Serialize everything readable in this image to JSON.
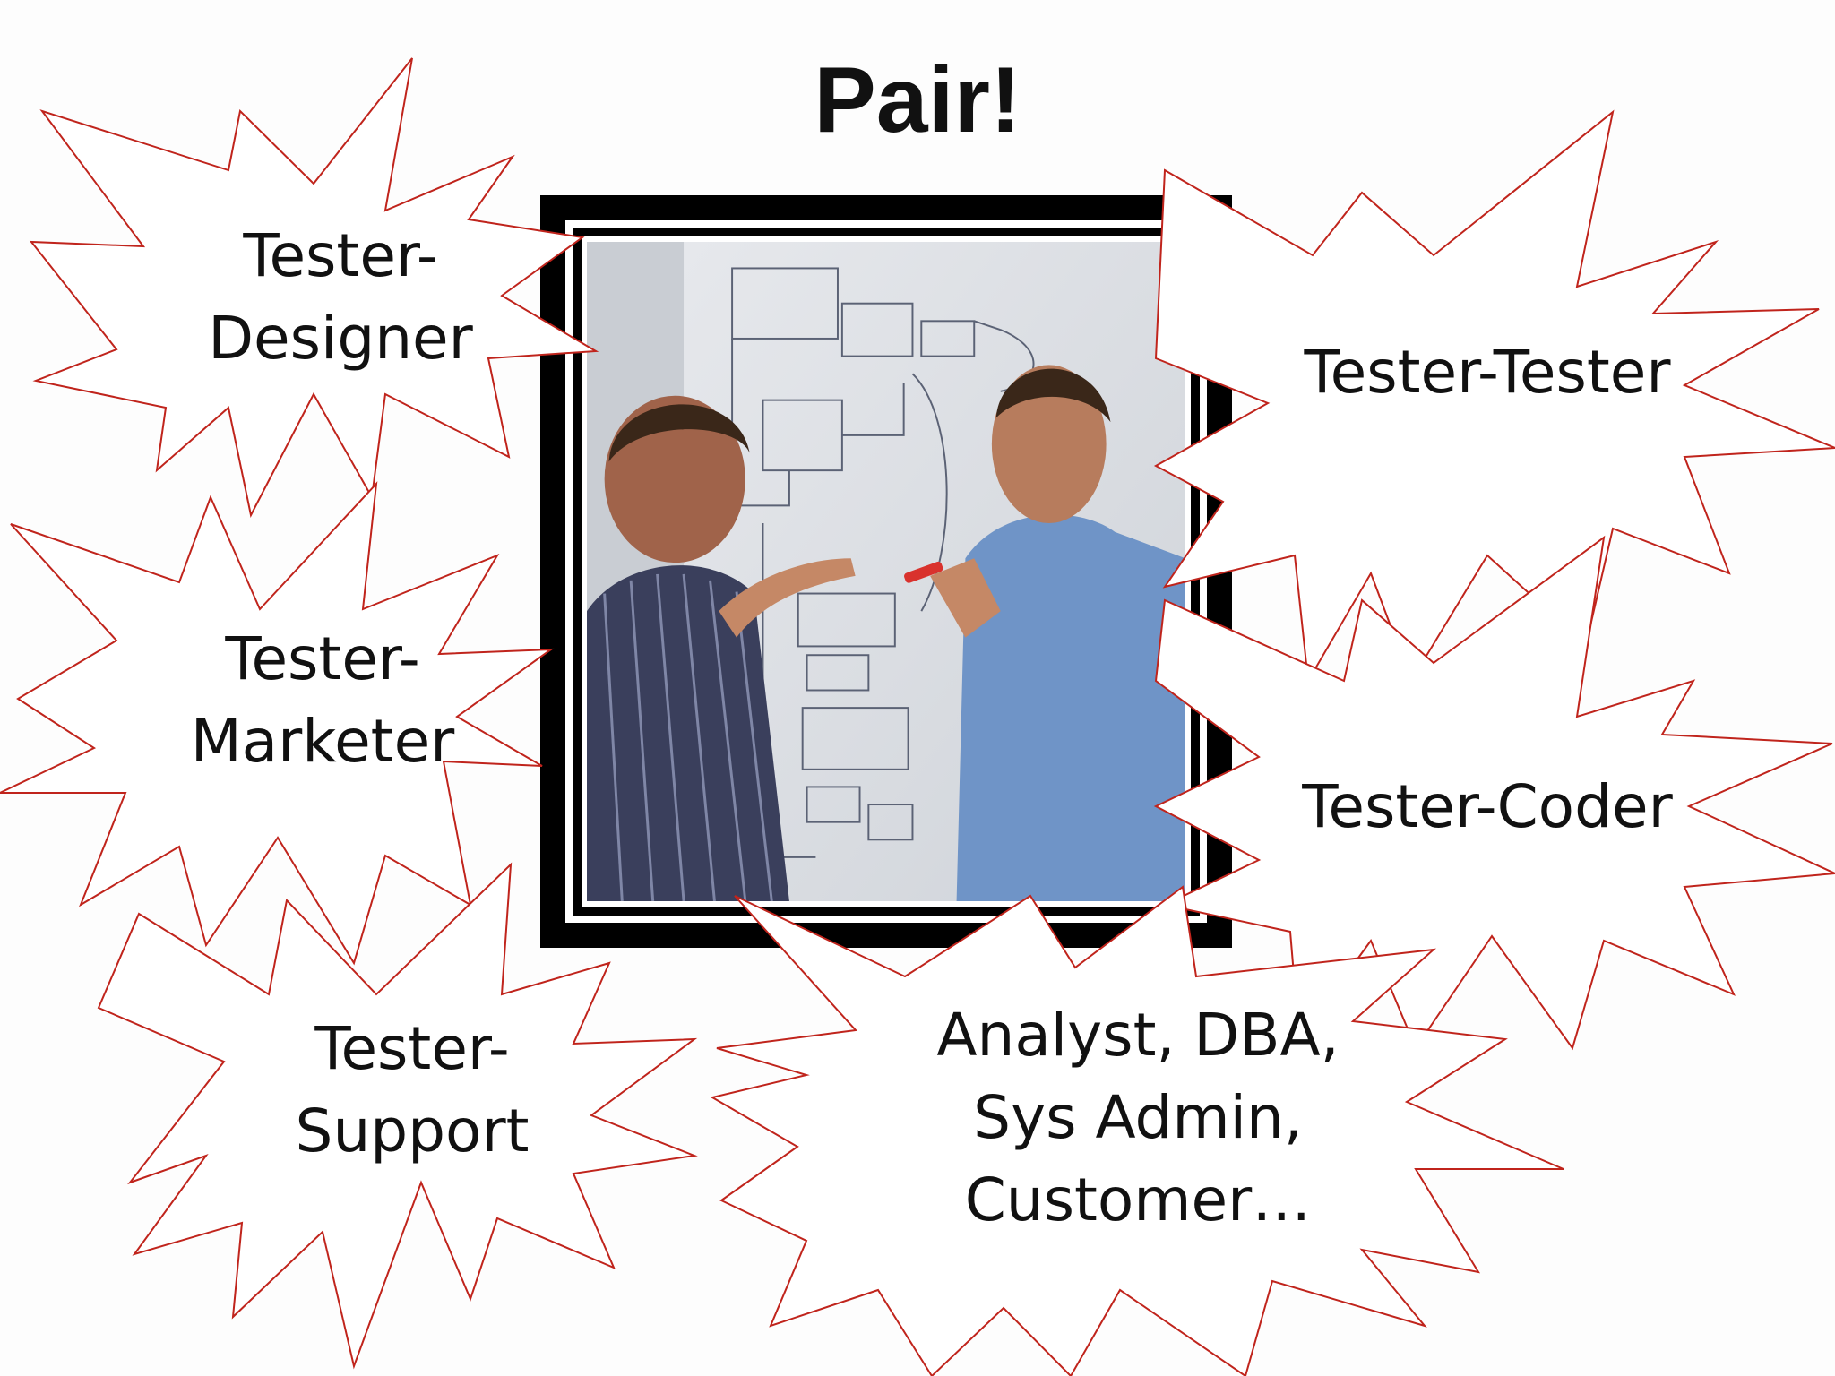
{
  "slide": {
    "title": "Pair!",
    "colors": {
      "burst_stroke": "#c0241c",
      "burst_fill": "#ffffff",
      "frame": "#000000"
    },
    "photo": {
      "icon": "two-people-at-whiteboard-photo"
    },
    "callouts": {
      "designer": {
        "line1": "Tester-",
        "line2": "Designer"
      },
      "marketer": {
        "line1": "Tester-",
        "line2": "Marketer"
      },
      "support": {
        "line1": "Tester-",
        "line2": "Support"
      },
      "tester": {
        "line1": "Tester-Tester"
      },
      "coder": {
        "line1": "Tester-Coder"
      },
      "others": {
        "line1": "Analyst, DBA,",
        "line2": "Sys Admin,",
        "line3": "Customer…"
      }
    }
  }
}
